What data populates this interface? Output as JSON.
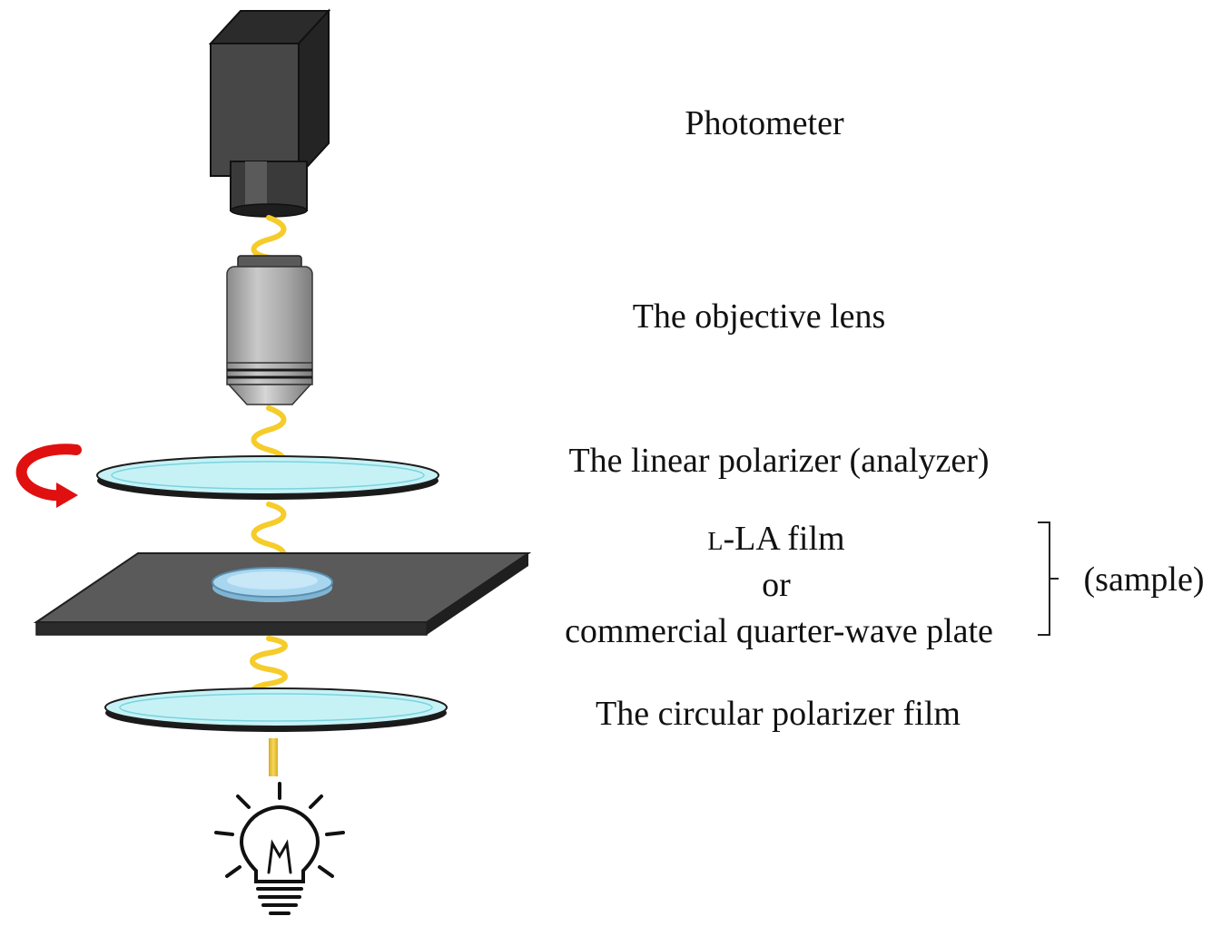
{
  "labels": {
    "photometer": "Photometer",
    "objective_lens": "The objective lens",
    "analyzer": "The linear polarizer (analyzer)",
    "sample_line1_prefix": "L",
    "sample_line1_rest": "-LA film",
    "sample_line2": "or",
    "sample_line3": "commercial quarter-wave plate",
    "sample_group": "(sample)",
    "circular_polarizer": "The circular polarizer film"
  },
  "colors": {
    "light_wave": "#f5cc2a",
    "polarizer_fill": "#c6f2f6",
    "polarizer_edge": "#1d1d1d",
    "stage_top": "#5a5a5a",
    "stage_front": "#1f1f1f",
    "sample_disc": "#a9d6ef",
    "rotation_arrow": "#e01010",
    "photometer_body": "#3b3b3b",
    "lens_body": "#a6a6a6"
  },
  "icons": {
    "light_source": "light-bulb-icon",
    "rotation": "rotate-arrow-icon"
  }
}
